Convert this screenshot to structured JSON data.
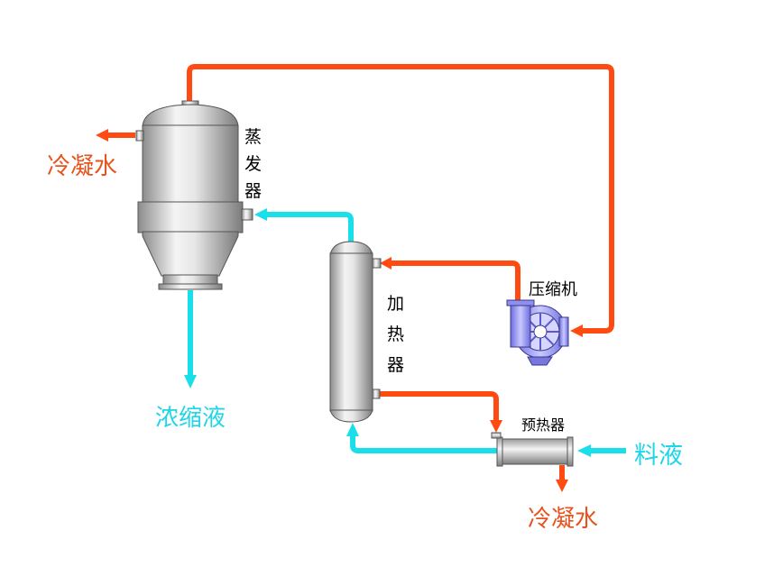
{
  "labels": {
    "condensate_water_left": "冷凝水",
    "evaporator": [
      "蒸",
      "发",
      "器"
    ],
    "concentrate": "浓缩液",
    "heater": [
      "加",
      "热",
      "器"
    ],
    "compressor": "压缩机",
    "preheater": "预热器",
    "feed_liquid": "料液",
    "condensate_water_bottom": "冷凝水"
  },
  "colors": {
    "steam": "#ff4a12",
    "liquid": "#19dfea",
    "steam_label": "#e8531d",
    "liquid_label": "#1fd5e6",
    "vessel_dark": "#8a8a8a",
    "vessel_light": "#f2f2f2",
    "compressor_blue": "#8f8ff0"
  }
}
